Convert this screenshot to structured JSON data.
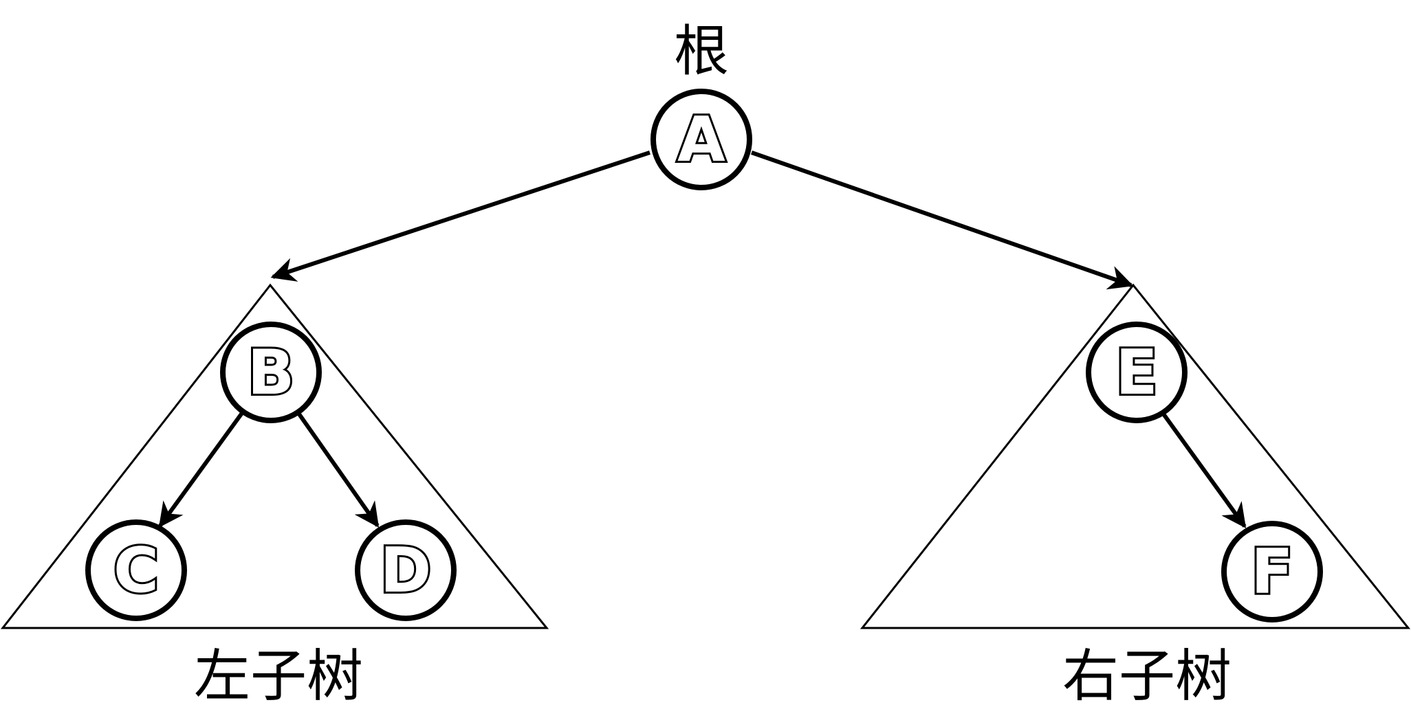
{
  "labels": {
    "root": "根",
    "left_subtree": "左子树",
    "right_subtree": "右子树"
  },
  "nodes": {
    "a": "A",
    "b": "B",
    "c": "C",
    "d": "D",
    "e": "E",
    "f": "F"
  },
  "colors": {
    "stroke": "#000000",
    "background": "#ffffff"
  }
}
